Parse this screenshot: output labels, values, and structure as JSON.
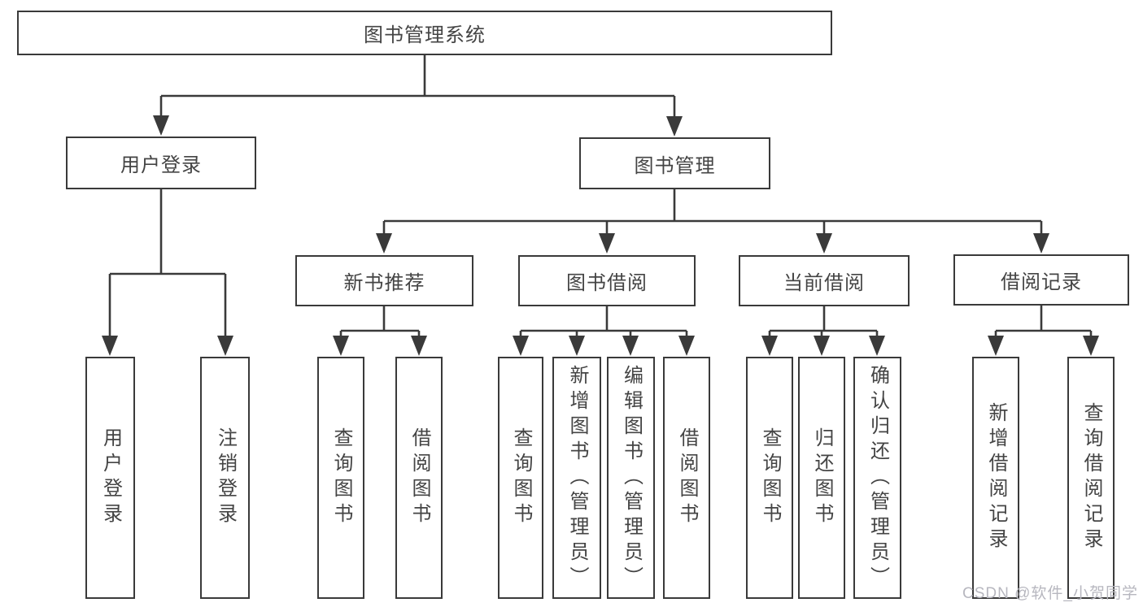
{
  "nodes": {
    "root": "图书管理系统",
    "level2": [
      "用户登录",
      "图书管理"
    ],
    "level3": [
      "新书推荐",
      "图书借阅",
      "当前借阅",
      "借阅记录"
    ],
    "leaves_login": [
      "用户登录",
      "注销登录"
    ],
    "leaves_recommend": [
      "查询图书",
      "借阅图书"
    ],
    "leaves_borrow": [
      "查询图书",
      "新增图书（管理员）",
      "编辑图书（管理员）",
      "借阅图书"
    ],
    "leaves_current": [
      "查询图书",
      "归还图书",
      "确认归还（管理员）"
    ],
    "leaves_records": [
      "新增借阅记录",
      "查询借阅记录"
    ]
  },
  "watermark": "CSDN @软件_小贺同学",
  "colors": {
    "line": "#3a3a3a",
    "text": "#444444",
    "fill": "#ffffff",
    "wm": "#b7b7bf"
  }
}
